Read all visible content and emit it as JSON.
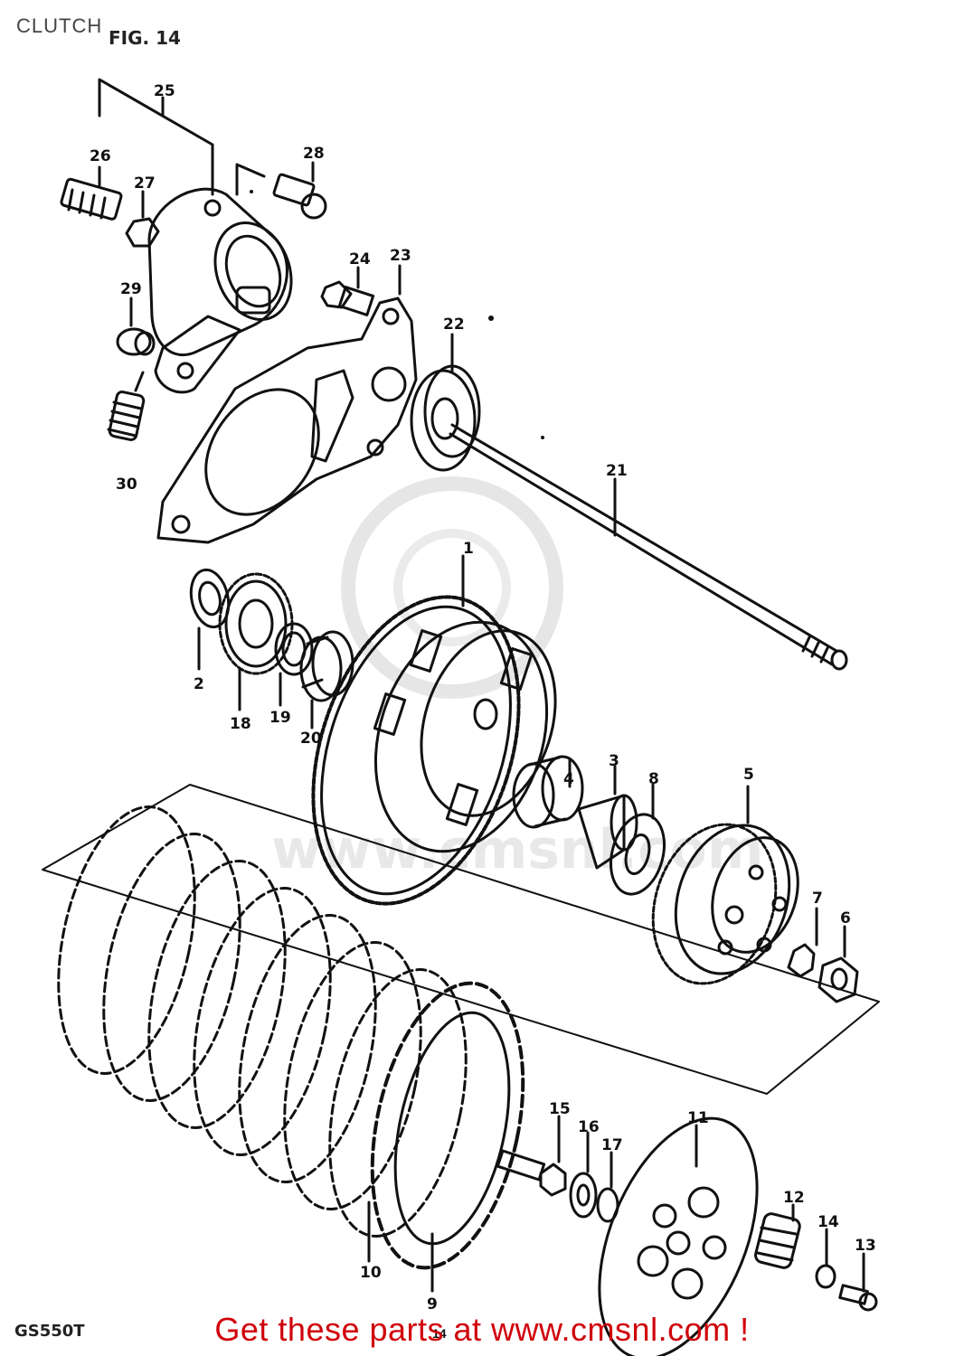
{
  "page": {
    "title": "CLUTCH",
    "figure": "FIG. 14",
    "model": "GS550T",
    "page_number": "14",
    "call_to_action": "Get these parts at www.cmsnl.com !"
  },
  "watermark": "www.cmsnl.com",
  "colors": {
    "cta": "#d0000a",
    "line": "#111111"
  },
  "callouts": [
    "1",
    "2",
    "3",
    "4",
    "5",
    "6",
    "7",
    "8",
    "9",
    "10",
    "11",
    "12",
    "13",
    "14",
    "15",
    "16",
    "17",
    "18",
    "19",
    "20",
    "21",
    "22",
    "23",
    "24",
    "25",
    "26",
    "27",
    "28",
    "29",
    "30"
  ]
}
